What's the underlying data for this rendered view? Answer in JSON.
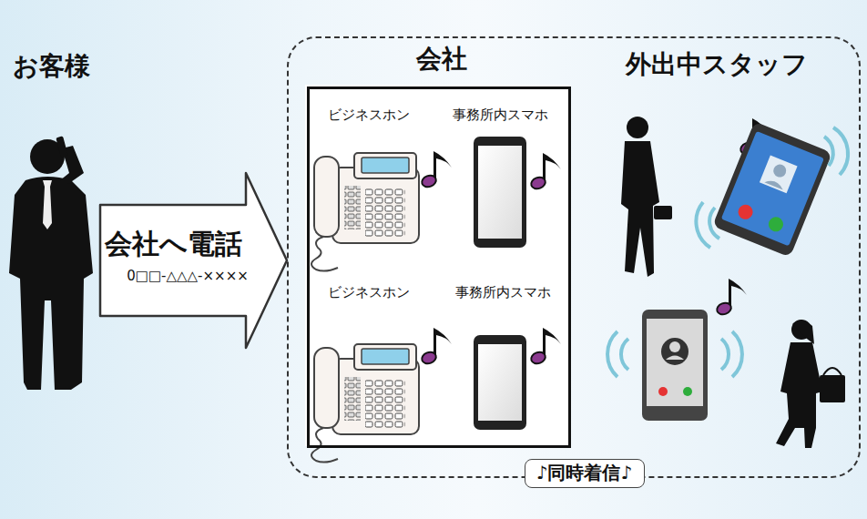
{
  "diagram": {
    "nodes": [
      {
        "text": [
          "会社へ電話",
          "0□□-△△△-××××"
        ]
      },
      {
        "text": [
          "外出中スタッフ"
        ]
      },
      {
        "text": [
          "会社"
        ],
        "in": 1
      },
      {
        "text": [
          "♪同時着信♪"
        ],
        "in": 1
      }
    ],
    "labels": [
      "お客様",
      "ビジネスホン",
      "事務所内スマホ",
      "ビジネスホン",
      "事務所内スマホ"
    ]
  }
}
